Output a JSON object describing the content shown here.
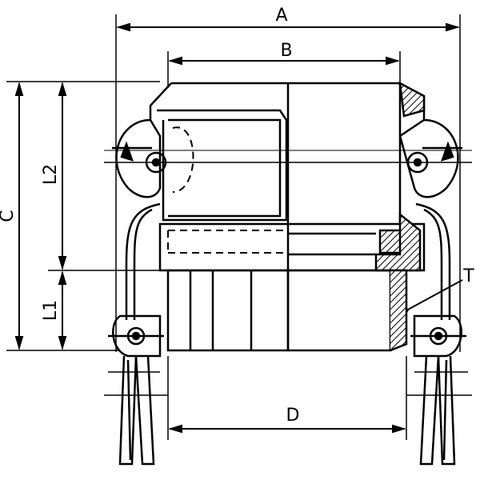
{
  "dimension_labels": {
    "A": "A",
    "B": "B",
    "C": "C",
    "D": "D",
    "L1": "L1",
    "L2": "L2",
    "T": "T"
  },
  "colors": {
    "ink": "#000000",
    "background": "#ffffff"
  }
}
